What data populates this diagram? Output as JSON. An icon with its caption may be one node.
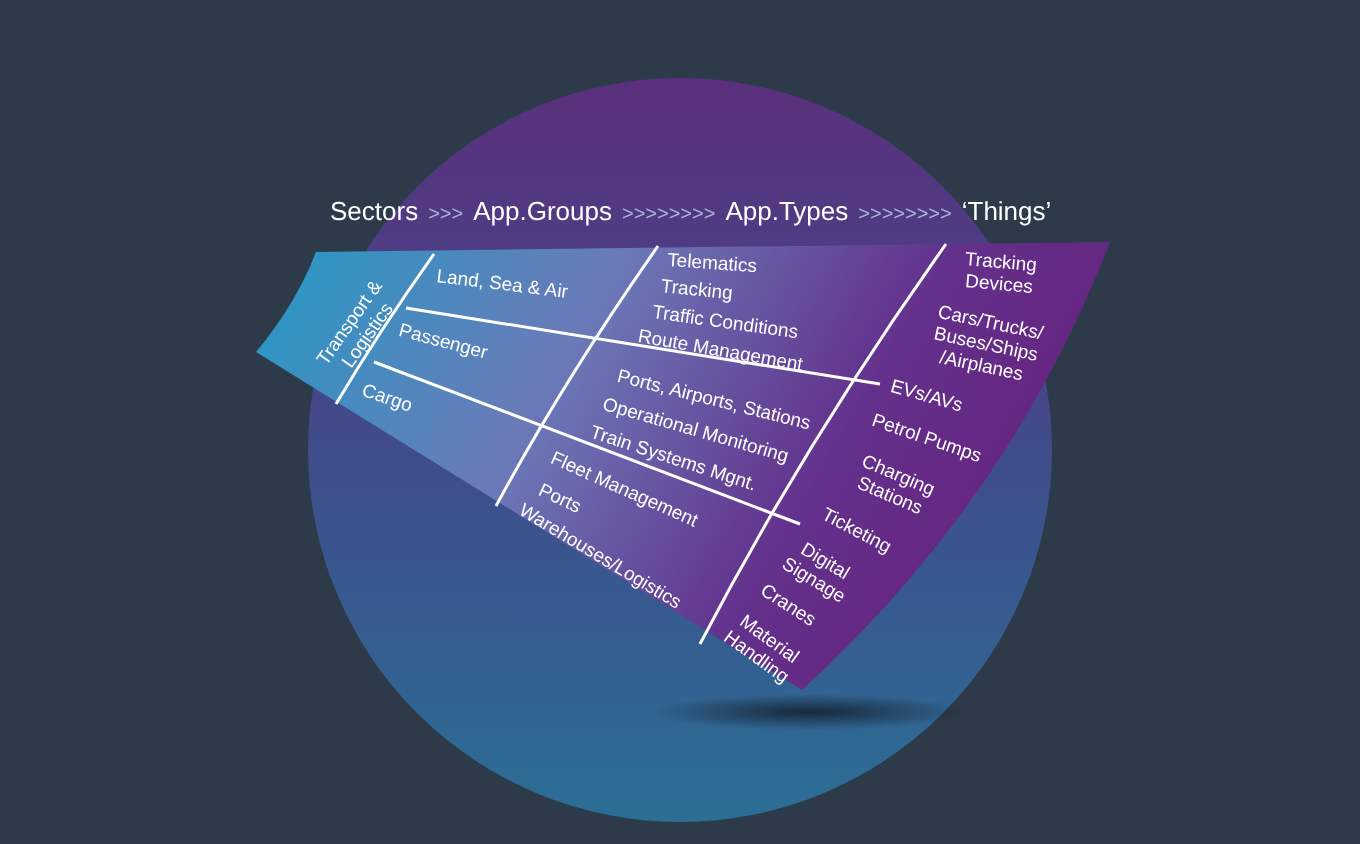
{
  "diagram": {
    "nodes": [
      {
        "text": [
          "Transport & Logistics"
        ]
      },
      {
        "text": [
          "Land, Sea & Air"
        ]
      },
      {
        "text": [
          "Passenger"
        ]
      },
      {
        "text": [
          "Cargo"
        ]
      },
      {
        "text": [
          "Telematics",
          "Tracking",
          "Traffic Conditions",
          "Route Management"
        ]
      },
      {
        "text": [
          "Ports, Airports, Stations",
          "Operational Monitoring",
          "Train Systems Mgnt."
        ]
      },
      {
        "text": [
          "Fleet Management",
          "Ports",
          "Warehouses/Logistics"
        ]
      },
      {
        "text": [
          "Tracking Devices",
          "Cars/Trucks/ Buses/Ships /Airplanes",
          "EVs/AVs",
          "Petrol Pumps",
          "Charging Stations",
          "Ticketing",
          "Digital Signage",
          "Cranes",
          "Material Handling"
        ]
      }
    ],
    "labels": [
      "Sectors",
      ">>>",
      "App.Groups",
      ">>>>>>>>",
      "App.Types",
      ">>>>>>>>",
      "‘Things’"
    ]
  }
}
